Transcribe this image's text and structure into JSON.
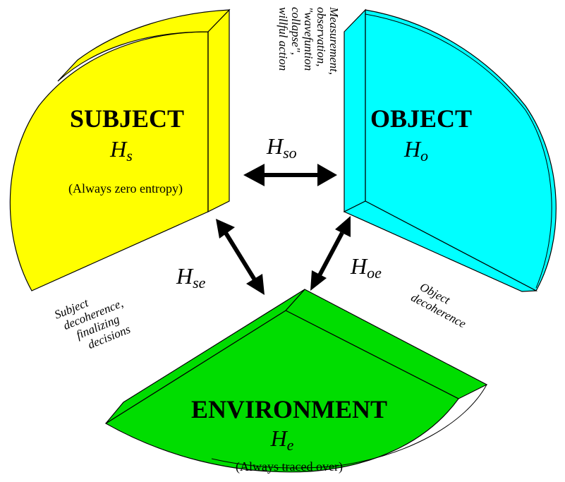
{
  "subject": {
    "title": "SUBJECT",
    "hamiltonian_main": "H",
    "hamiltonian_sub": "s",
    "note": "(Always zero entropy)",
    "color": "#ffff00"
  },
  "object": {
    "title": "OBJECT",
    "hamiltonian_main": "H",
    "hamiltonian_sub": "o",
    "color": "#00ffff"
  },
  "environment": {
    "title": "ENVIRONMENT",
    "hamiltonian_main": "H",
    "hamiltonian_sub": "e",
    "note": "(Always traced over)",
    "color": "#00dd00"
  },
  "interactions": {
    "so": {
      "main": "H",
      "sub": "so"
    },
    "se": {
      "main": "H",
      "sub": "se"
    },
    "oe": {
      "main": "H",
      "sub": "oe"
    }
  },
  "annotations": {
    "measurement": [
      "Measurement,",
      "observation,",
      "\"wavefuntion",
      "collapse\",",
      "willful action"
    ],
    "subject_decoherence": [
      "Subject",
      "decoherence,",
      "finalizing",
      "decisions"
    ],
    "object_decoherence": [
      "Object",
      "decoherence"
    ]
  }
}
